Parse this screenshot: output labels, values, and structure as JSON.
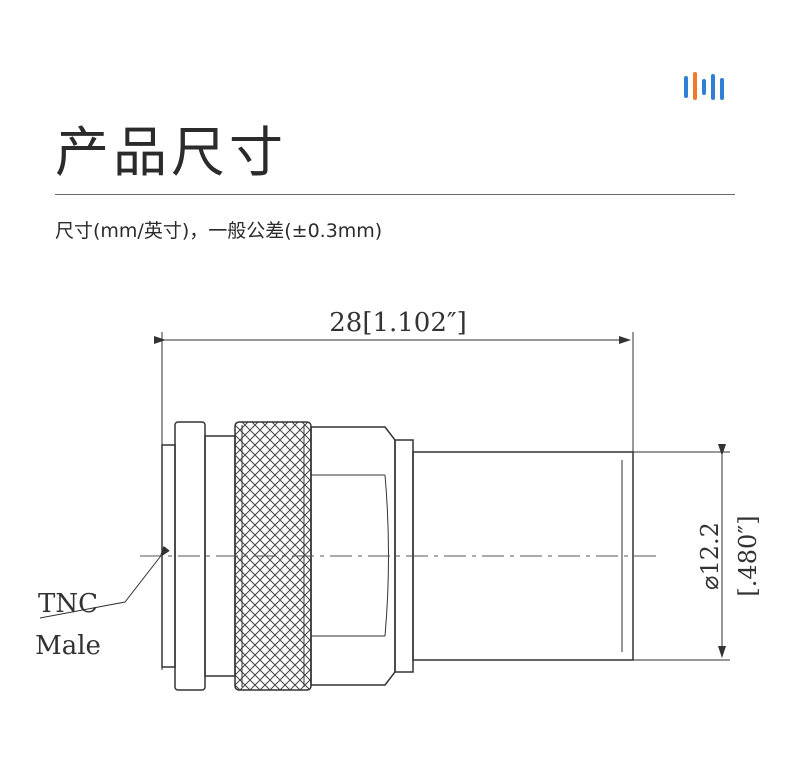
{
  "header": {
    "title": "产品尺寸",
    "subtitle": "尺寸(mm/英寸)，一般公差(±0.3mm)",
    "logo_colors": [
      "#2f7fd4",
      "#f07a2a",
      "#2f7fd4",
      "#2f7fd4",
      "#2f7fd4"
    ]
  },
  "drawing": {
    "length_dimension": "28[1.102″]",
    "diameter_dimension": "⌀12.2",
    "diameter_inch": "[.480″]",
    "callout_line1": "TNC",
    "callout_line2": "Male"
  }
}
